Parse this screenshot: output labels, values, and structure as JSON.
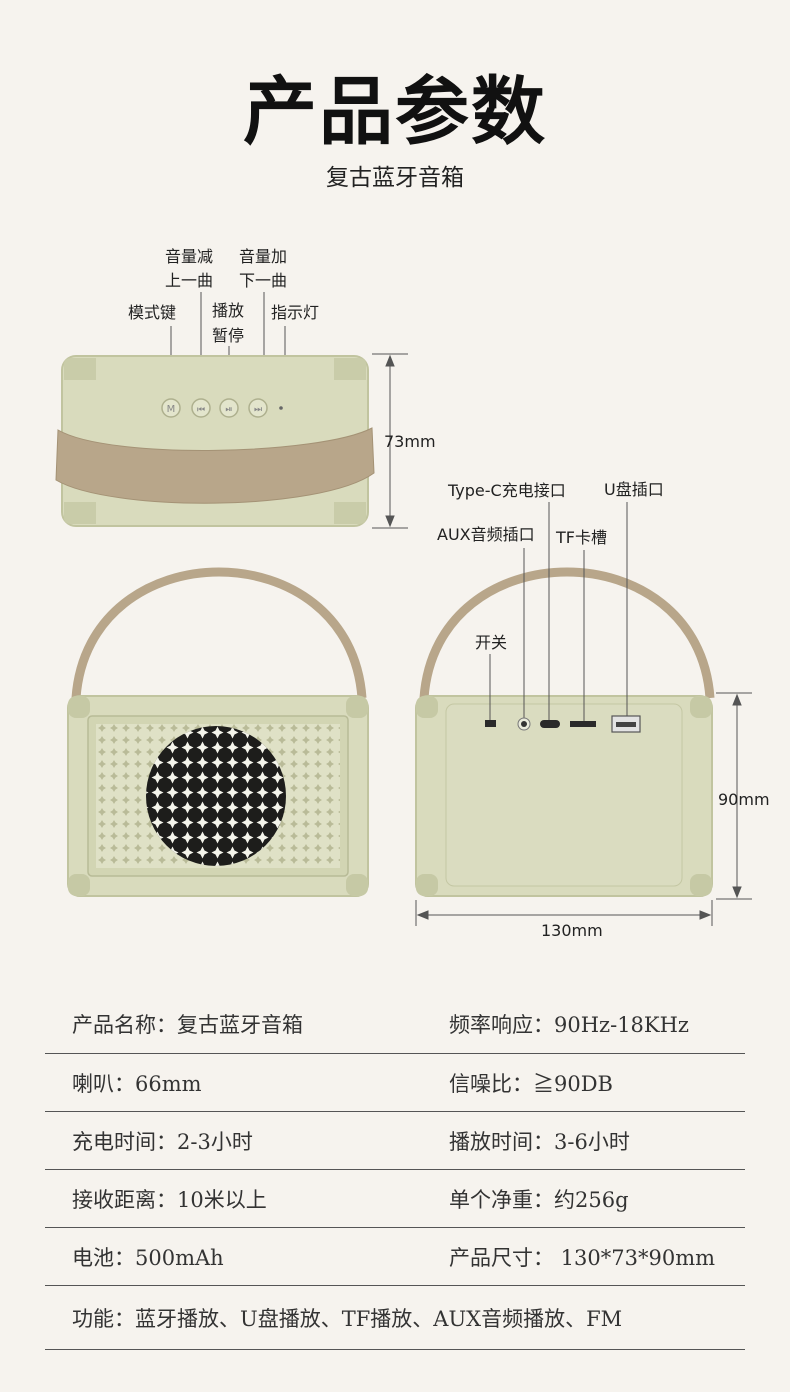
{
  "header": {
    "title": "产品参数",
    "subtitle": "复古蓝牙音箱"
  },
  "diagram": {
    "top_view": {
      "labels": {
        "vol_down": [
          "音量减",
          "上一曲"
        ],
        "vol_up": [
          "音量加",
          "下一曲"
        ],
        "mode": "模式键",
        "play": [
          "播放",
          "暂停"
        ],
        "indicator": "指示灯"
      },
      "button_mode_glyph": "M",
      "dimension": "73mm"
    },
    "back_view": {
      "labels": {
        "typec": "Type-C充电接口",
        "usb": "U盘插口",
        "aux": "AUX音频插口",
        "tf": "TF卡槽",
        "switch": "开关"
      },
      "height": "90mm",
      "width": "130mm"
    },
    "colors": {
      "body": "#d9dbbd",
      "body_dark": "#c4c7a3",
      "strap": "#b8a68a",
      "background": "#f6f3ee"
    }
  },
  "specs": {
    "rows": [
      [
        "产品名称：复古蓝牙音箱",
        "频率响应：90Hz-18KHz"
      ],
      [
        "喇叭：66mm",
        "信噪比：≧90DB"
      ],
      [
        "充电时间：2-3小时",
        "播放时间：3-6小时"
      ],
      [
        "接收距离：10米以上",
        "单个净重：约256g"
      ],
      [
        "电池：500mAh",
        "产品尺寸：  130*73*90mm"
      ]
    ],
    "features": "功能：蓝牙播放、U盘播放、TF播放、AUX音频播放、FM"
  }
}
